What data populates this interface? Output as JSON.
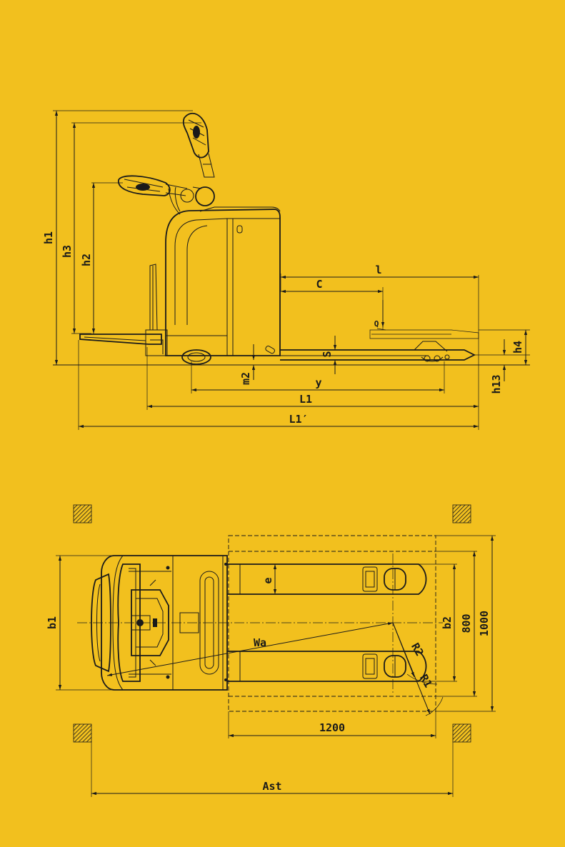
{
  "side_view": {
    "labels": {
      "h1": "h1",
      "h3": "h3",
      "h2": "h2",
      "l": "l",
      "c": "C",
      "q": "Q",
      "s": "S",
      "h4": "h4",
      "h13": "h13",
      "m2": "m2",
      "y": "y",
      "L1": "L1",
      "L1p": "L1′"
    }
  },
  "top_view": {
    "labels": {
      "b1": "b1",
      "e": "e",
      "b2": "b2",
      "dim800": "800",
      "dim1000": "1000",
      "wa": "Wa",
      "r2": "R2",
      "r1": "R1",
      "dim1200": "1200",
      "ast": "Ast"
    }
  },
  "colors": {
    "background": "#F2C01E",
    "ink": "#1a1a1a"
  }
}
